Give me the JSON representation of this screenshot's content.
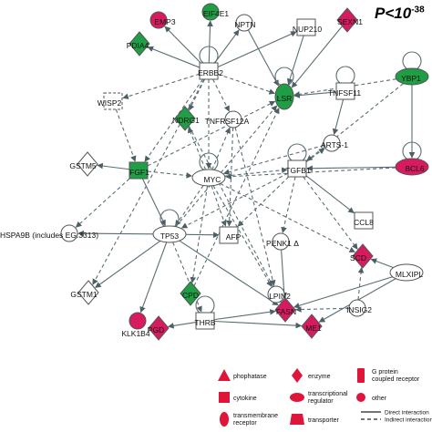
{
  "significance": {
    "label": "P<10",
    "exponent": "-38"
  },
  "colors": {
    "up": "#d81b60",
    "down": "#1f9e45",
    "neutral": "#ffffff",
    "stroke": "#555555",
    "edge": "#5a6e73"
  },
  "nodes": [
    {
      "id": "EMP3",
      "label": "EMP3",
      "shape": "circle",
      "color": "up"
    },
    {
      "id": "EIF4E1",
      "label": "EIF4E1",
      "shape": "circle",
      "color": "down"
    },
    {
      "id": "NPTN",
      "label": "NPTN",
      "shape": "circle",
      "color": "neutral"
    },
    {
      "id": "NUP210",
      "label": "NUP210",
      "shape": "square",
      "color": "neutral"
    },
    {
      "id": "SEXN1",
      "label": "SEXN1",
      "shape": "diamond",
      "color": "up"
    },
    {
      "id": "PDIA4",
      "label": "PDIA4",
      "shape": "diamond",
      "color": "down"
    },
    {
      "id": "ERBB2",
      "label": "ERBB2",
      "shape": "square",
      "color": "neutral"
    },
    {
      "id": "LSR",
      "label": "LSR",
      "shape": "ellipse-v",
      "color": "down"
    },
    {
      "id": "TNFSF11",
      "label": "TNFSF11",
      "shape": "square",
      "color": "neutral"
    },
    {
      "id": "YBP1",
      "label": "YBP1",
      "shape": "ellipse-h",
      "color": "down"
    },
    {
      "id": "WISP2",
      "label": "WISP2",
      "shape": "square-dashed",
      "color": "neutral"
    },
    {
      "id": "NDRG1",
      "label": "NDRG1",
      "shape": "diamond",
      "color": "down"
    },
    {
      "id": "TNFRSF12A",
      "label": "TNFRSF12A",
      "shape": "circle",
      "color": "neutral"
    },
    {
      "id": "ARTS1",
      "label": "ARTS-1",
      "shape": "circle",
      "color": "neutral"
    },
    {
      "id": "BCL6",
      "label": "BCL6",
      "shape": "ellipse-h",
      "color": "up"
    },
    {
      "id": "GSTM5",
      "label": "GSTM5",
      "shape": "diamond",
      "color": "neutral"
    },
    {
      "id": "FGF1",
      "label": "FGF1",
      "shape": "square",
      "color": "down"
    },
    {
      "id": "MYC",
      "label": "MYC",
      "shape": "ellipse-h",
      "color": "neutral"
    },
    {
      "id": "TGFB1",
      "label": "TGFB1",
      "shape": "square",
      "color": "neutral"
    },
    {
      "id": "CCL8",
      "label": "CCL8",
      "shape": "square",
      "color": "neutral"
    },
    {
      "id": "HSPA9B",
      "label": "HSPA9B (includes EG:3313)",
      "shape": "circle",
      "color": "neutral"
    },
    {
      "id": "TP53",
      "label": "TP53",
      "shape": "ellipse-h",
      "color": "neutral"
    },
    {
      "id": "AFP",
      "label": "AFP",
      "shape": "square",
      "color": "neutral"
    },
    {
      "id": "PENK1",
      "label": "PENK1 Δ",
      "shape": "circle",
      "color": "neutral"
    },
    {
      "id": "SCD",
      "label": "SCD",
      "shape": "diamond",
      "color": "up"
    },
    {
      "id": "GSTM1",
      "label": "GSTM1",
      "shape": "diamond",
      "color": "neutral"
    },
    {
      "id": "MLXIPL",
      "label": "MLXIPL",
      "shape": "ellipse-h",
      "color": "neutral"
    },
    {
      "id": "CPD",
      "label": "CPD",
      "shape": "diamond",
      "color": "down"
    },
    {
      "id": "LPIN2",
      "label": "LPIN2",
      "shape": "circle",
      "color": "neutral"
    },
    {
      "id": "INSIG2",
      "label": "INSIG2",
      "shape": "circle",
      "color": "neutral"
    },
    {
      "id": "FASN",
      "label": "FASN",
      "shape": "diamond",
      "color": "up"
    },
    {
      "id": "KLK1B4",
      "label": "KLK1B4",
      "shape": "circle",
      "color": "up"
    },
    {
      "id": "THRB",
      "label": "THRB",
      "shape": "square",
      "color": "neutral"
    },
    {
      "id": "PGD",
      "label": "PGD",
      "shape": "diamond",
      "color": "up"
    },
    {
      "id": "ME1",
      "label": "ME1",
      "shape": "diamond",
      "color": "up"
    }
  ],
  "edges": [
    [
      "ERBB2",
      "EMP3",
      "solid"
    ],
    [
      "ERBB2",
      "EIF4E1",
      "solid"
    ],
    [
      "ERBB2",
      "NPTN",
      "solid"
    ],
    [
      "ERBB2",
      "NUP210",
      "solid"
    ],
    [
      "ERBB2",
      "PDIA4",
      "solid"
    ],
    [
      "ERBB2",
      "LSR",
      "dashed"
    ],
    [
      "ERBB2",
      "WISP2",
      "dashed"
    ],
    [
      "ERBB2",
      "NDRG1",
      "dashed"
    ],
    [
      "ERBB2",
      "TNFRSF12A",
      "dashed"
    ],
    [
      "ERBB2",
      "FGF1",
      "dashed"
    ],
    [
      "ERBB2",
      "GSTM1",
      "dashed"
    ],
    [
      "ERBB2",
      "MYC",
      "dashed"
    ],
    [
      "NPTN",
      "LSR",
      "solid"
    ],
    [
      "NUP210",
      "LSR",
      "solid"
    ],
    [
      "SEXN1",
      "LSR",
      "solid"
    ],
    [
      "TNFSF11",
      "LSR",
      "solid"
    ],
    [
      "TNFSF11",
      "ARTS1",
      "solid"
    ],
    [
      "YBP1",
      "BCL6",
      "solid"
    ],
    [
      "YBP1",
      "TGFB1",
      "dashed"
    ],
    [
      "YBP1",
      "LSR",
      "dashed"
    ],
    [
      "BCL6",
      "MYC",
      "dashed"
    ],
    [
      "BCL6",
      "TGFB1",
      "solid"
    ],
    [
      "FGF1",
      "GSTM5",
      "solid"
    ],
    [
      "FGF1",
      "MYC",
      "dashed"
    ],
    [
      "FGF1",
      "TP53",
      "solid"
    ],
    [
      "FGF1",
      "LSR",
      "dashed"
    ],
    [
      "FGF1",
      "HSPA9B",
      "dashed"
    ],
    [
      "MYC",
      "TP53",
      "dashed"
    ],
    [
      "MYC",
      "AFP",
      "dashed"
    ],
    [
      "MYC",
      "NDRG1",
      "dashed"
    ],
    [
      "MYC",
      "TNFRSF12A",
      "dashed"
    ],
    [
      "MYC",
      "TGFB1",
      "dashed"
    ],
    [
      "MYC",
      "CPD",
      "dashed"
    ],
    [
      "MYC",
      "SCD",
      "dashed"
    ],
    [
      "MYC",
      "LPIN2",
      "dashed"
    ],
    [
      "TGFB1",
      "CCL8",
      "solid"
    ],
    [
      "TGFB1",
      "ARTS1",
      "dashed"
    ],
    [
      "TGFB1",
      "PENK1",
      "dashed"
    ],
    [
      "TGFB1",
      "AFP",
      "dashed"
    ],
    [
      "TGFB1",
      "TP53",
      "dashed"
    ],
    [
      "TP53",
      "HSPA9B",
      "solid"
    ],
    [
      "TP53",
      "AFP",
      "solid"
    ],
    [
      "TP53",
      "KLK1B4",
      "solid"
    ],
    [
      "TP53",
      "FASN",
      "solid"
    ],
    [
      "TP53",
      "LSR",
      "dashed"
    ],
    [
      "TP53",
      "THRB",
      "dashed"
    ],
    [
      "TP53",
      "GSTM1",
      "solid"
    ],
    [
      "THRB",
      "FASN",
      "solid"
    ],
    [
      "THRB",
      "PGD",
      "solid"
    ],
    [
      "THRB",
      "ME1",
      "solid"
    ],
    [
      "INSIG2",
      "SCD",
      "dashed"
    ],
    [
      "INSIG2",
      "FASN",
      "dashed"
    ],
    [
      "MLXIPL",
      "SCD",
      "solid"
    ],
    [
      "MLXIPL",
      "FASN",
      "solid"
    ],
    [
      "MLXIPL",
      "ME1",
      "solid"
    ],
    [
      "PENK1",
      "FASN",
      "solid"
    ],
    [
      "LPIN2",
      "FASN",
      "solid"
    ],
    [
      "TNFRSF12A",
      "AFP",
      "dashed"
    ],
    [
      "TNFRSF12A",
      "LPIN2",
      "dashed"
    ],
    [
      "ARTS1",
      "MYC",
      "dashed"
    ],
    [
      "WISP2",
      "FGF1",
      "dashed"
    ],
    [
      "NDRG1",
      "FASN",
      "dashed"
    ],
    [
      "CPD",
      "LSR",
      "dashed"
    ],
    [
      "TGFB1",
      "SCD",
      "dashed"
    ]
  ],
  "self_loops": [
    "ERBB2",
    "LSR",
    "TNFSF11",
    "YBP1",
    "BCL6",
    "MYC",
    "TGFB1",
    "TP53",
    "THRB"
  ],
  "legend": {
    "shapes": [
      {
        "label": "phophatase",
        "shape": "triangle"
      },
      {
        "label": "enzyme",
        "shape": "diamond"
      },
      {
        "label": "G protein coupled receptor",
        "shape": "rect-tall"
      },
      {
        "label": "cytokine",
        "shape": "square"
      },
      {
        "label": "transcriptional regulator",
        "shape": "ellipse"
      },
      {
        "label": "other",
        "shape": "circle"
      },
      {
        "label": "transmembrane receptor",
        "shape": "ellipse-v"
      },
      {
        "label": "transporter",
        "shape": "trapezoid"
      }
    ],
    "lines": [
      {
        "label": "Direct interaction",
        "style": "solid"
      },
      {
        "label": "Indirect interaction",
        "style": "dashed"
      }
    ]
  }
}
